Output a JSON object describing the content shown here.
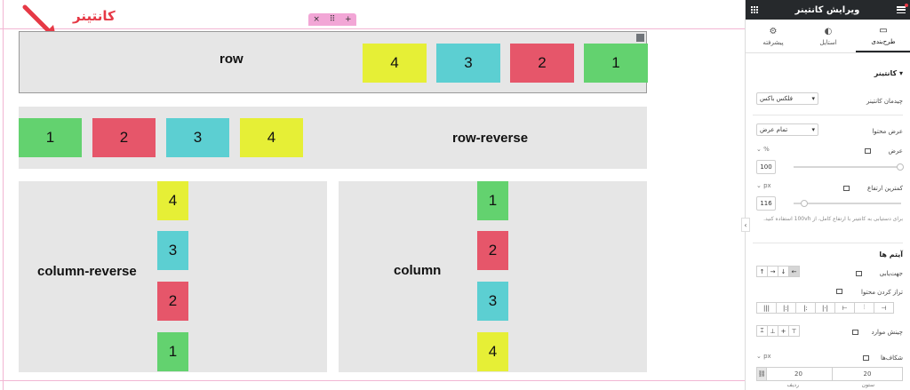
{
  "annotation": {
    "text": "کانتینر"
  },
  "handle": {
    "close": "×",
    "move": "⠿",
    "add": "+"
  },
  "boxes": {
    "row": {
      "title": "row",
      "items": [
        "4",
        "3",
        "2",
        "1"
      ]
    },
    "row_reverse": {
      "title": "row-reverse",
      "items": [
        "1",
        "2",
        "3",
        "4"
      ]
    },
    "column_reverse": {
      "title": "column-reverse",
      "items": [
        "4",
        "3",
        "2",
        "1"
      ]
    },
    "column": {
      "title": "column",
      "items": [
        "1",
        "2",
        "3",
        "4"
      ]
    }
  },
  "colors": {
    "green": "#63d26f",
    "red": "#e6566a",
    "teal": "#5ccfd2",
    "yellow": "#e6ef36",
    "panel_header": "#26292c",
    "annotation": "#e63946"
  },
  "panel": {
    "title": "ویرایش کانتینر",
    "tabs": [
      {
        "label": "طرح‌بندی",
        "icon": "layout-icon"
      },
      {
        "label": "استایل",
        "icon": "contrast-icon"
      },
      {
        "label": "پیشرفته",
        "icon": "gear-icon"
      }
    ],
    "section_container": "کانتینر",
    "container_layout_label": "چیدمان کانتینر",
    "container_layout_value": "فلکس باکس",
    "content_width_label": "عرض محتوا",
    "content_width_value": "تمام عرض",
    "width_label": "عرض",
    "width_unit": "% ⌄",
    "width_value": "100",
    "min_height_label": "کمترین ارتفاع",
    "min_height_unit": "px ⌄",
    "min_height_value": "116",
    "min_height_help": "برای دستیابی به کانتینر با ارتفاع کامل، از 100vh استفاده کنید.",
    "section_items": "آیتم ها",
    "direction_label": "جهت‌یابی",
    "direction_buttons": [
      "↑",
      "→",
      "↓",
      "←"
    ],
    "justify_label": "تراز کردن محتوا",
    "justify_buttons": [
      "|||",
      "|:|",
      "|:",
      "|·|",
      "⊢",
      "⫶",
      "⊣"
    ],
    "align_label": "چینش موارد",
    "align_buttons": [
      "⌶",
      "⊥",
      "+",
      "⊤"
    ],
    "gap_label": "شکاف‌ها",
    "gap_unit": "px ⌄",
    "gap_column_value": "20",
    "gap_row_value": "20",
    "gap_column_label": "ستون",
    "gap_row_label": "ردیف"
  }
}
